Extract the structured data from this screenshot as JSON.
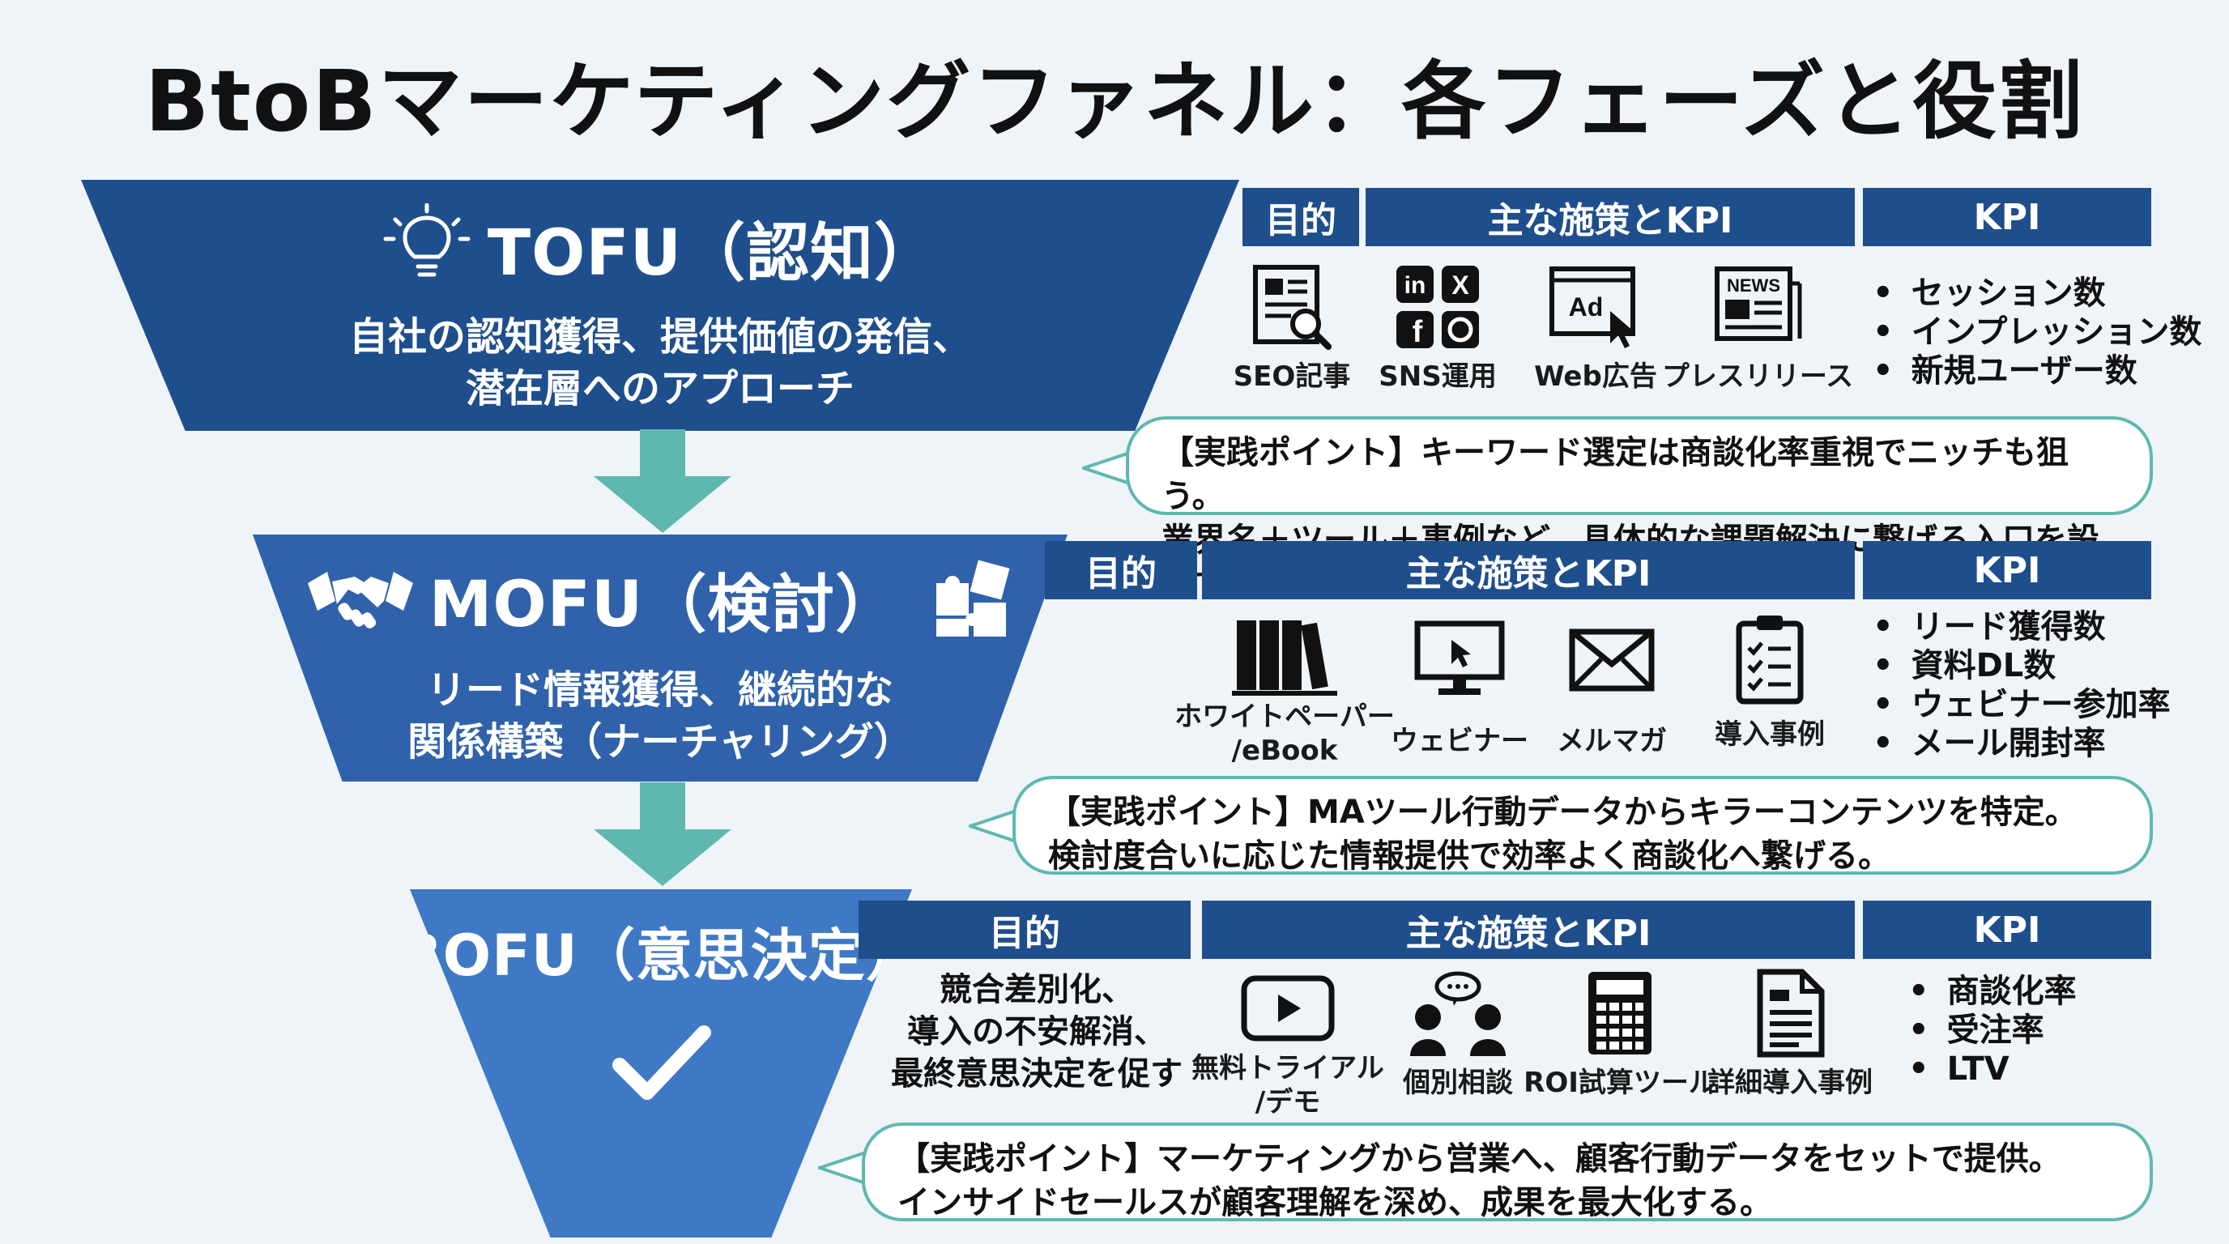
{
  "title": "BtoBマーケティングファネル：各フェーズと役割",
  "headers": {
    "purpose": "目的",
    "measures": "主な施策とKPI",
    "kpi": "KPI"
  },
  "tofu": {
    "title": "TOFU（認知）",
    "desc1": "自社の認知獲得、提供価値の発信、",
    "desc2": "潜在層へのアプローチ",
    "measures": [
      "SEO記事",
      "SNS運用",
      "Web広告",
      "プレスリリース"
    ],
    "kpis": [
      "セッション数",
      "インプレッション数",
      "新規ユーザー数"
    ],
    "point1": "【実践ポイント】キーワード選定は商談化率重視でニッチも狙う。",
    "point2": "業界名＋ツール＋事例など、具体的な課題解決に繋げる入口を設計する。"
  },
  "mofu": {
    "title": "MOFU（検討）",
    "desc1": "リード情報獲得、継続的な",
    "desc2": "関係構築（ナーチャリング）",
    "measures": [
      "ホワイトペーパー\n/eBook",
      "ウェビナー",
      "メルマガ",
      "導入事例"
    ],
    "kpis": [
      "リード獲得数",
      "資料DL数",
      "ウェビナー参加率",
      "メール開封率"
    ],
    "point1": "【実践ポイント】MAツール行動データからキラーコンテンツを特定。",
    "point2": "検討度合いに応じた情報提供で効率よく商談化へ繋げる。"
  },
  "bofu": {
    "title": "BOFU（意思決定）",
    "objective1": "競合差別化、",
    "objective2": "導入の不安解消、",
    "objective3": "最終意思決定を促す",
    "measures": [
      "無料トライアル\n/デモ",
      "個別相談",
      "ROI試算ツール",
      "詳細導入事例"
    ],
    "kpis": [
      "商談化率",
      "受注率",
      "LTV"
    ],
    "point1": "【実践ポイント】マーケティングから営業へ、顧客行動データをセットで提供。",
    "point2": "インサイドセールスが顧客理解を深め、成果を最大化する。"
  },
  "icon_text": {
    "ad": "Ad",
    "news": "NEWS",
    "in": "in",
    "x": "X",
    "f": "f"
  },
  "colors": {
    "navy": "#1f4e8c",
    "mid": "#2f62aa",
    "light": "#3f79c6",
    "teal": "#5fb8b0",
    "bg": "#eef4f7"
  }
}
